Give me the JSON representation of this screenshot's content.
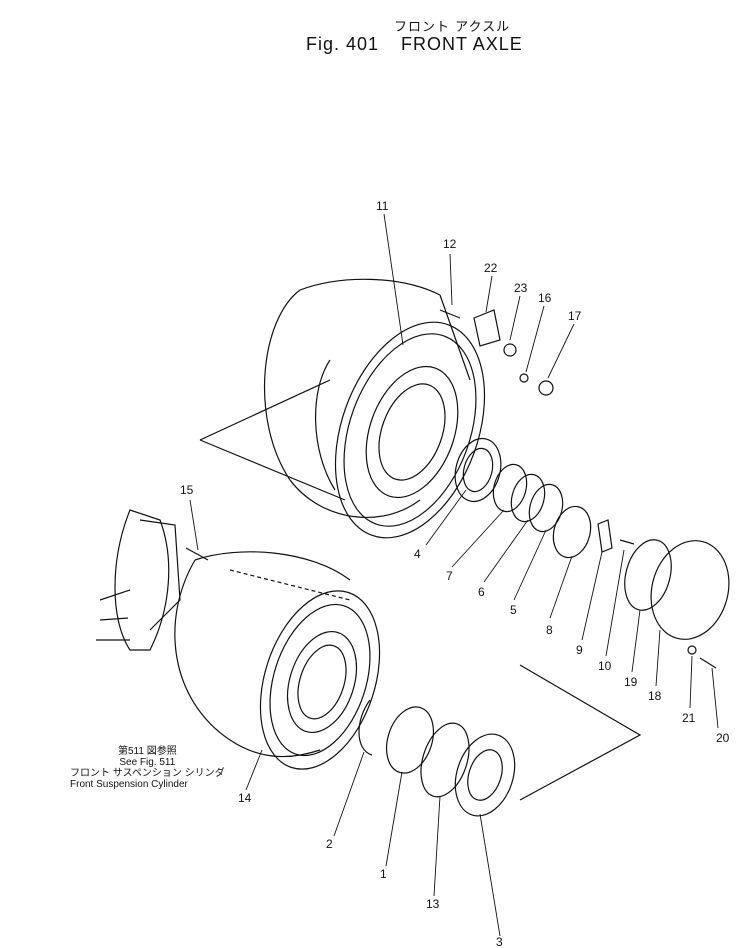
{
  "title": {
    "japanese": "フロント アクスル",
    "fig": "Fig. 401",
    "name": "FRONT AXLE"
  },
  "reference": {
    "line1": "第511 図参照",
    "line2": "See Fig. 511",
    "line3": "フロント サスペンション シリンダ",
    "line4": "Front Suspension Cylinder"
  },
  "callouts": [
    "11",
    "12",
    "22",
    "23",
    "16",
    "17",
    "15",
    "4",
    "7",
    "6",
    "5",
    "8",
    "9",
    "10",
    "19",
    "18",
    "21",
    "20",
    "14",
    "2",
    "1",
    "13",
    "3"
  ]
}
